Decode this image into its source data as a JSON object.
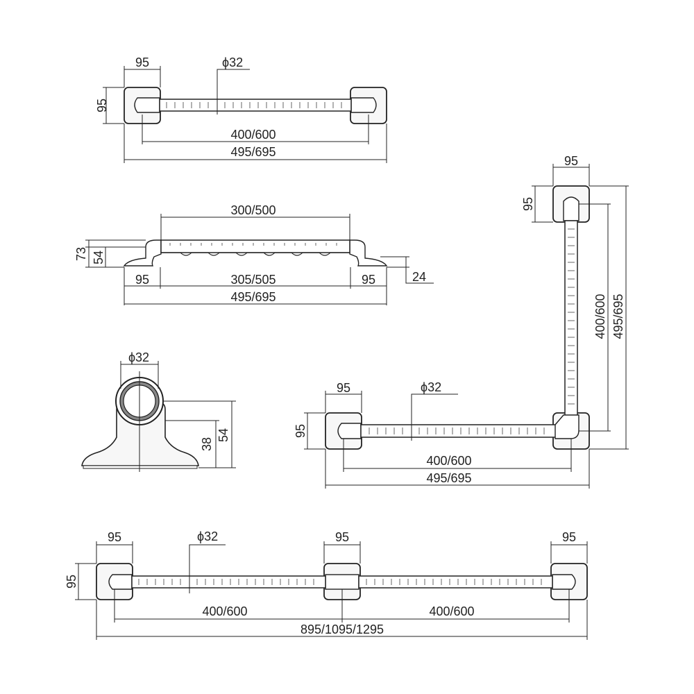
{
  "views": {
    "top_grab_bar": {
      "plate_width": "95",
      "plate_height": "95",
      "diameter": "ϕ32",
      "center_length": "400/600",
      "overall_length": "495/695"
    },
    "side_elevation": {
      "bar_length": "300/500",
      "height_total": "73",
      "height_center": "54",
      "base_height": "24",
      "left_base": "95",
      "right_base": "95",
      "between_bases": "305/505",
      "overall_length": "495/695"
    },
    "section_detail": {
      "diameter": "ϕ32",
      "height_low": "38",
      "height_high": "54"
    },
    "l_shaped_bar": {
      "vertical_plate_width": "95",
      "vertical_plate_height": "95",
      "vertical_center_length": "400/600",
      "vertical_overall_length": "495/695",
      "horizontal_plate_width": "95",
      "horizontal_plate_height": "95",
      "diameter": "ϕ32",
      "horizontal_center_length": "400/600",
      "horizontal_overall_length": "495/695"
    },
    "long_bar": {
      "left_plate_width": "95",
      "plate_height": "95",
      "diameter": "ϕ32",
      "middle_plate_width": "95",
      "right_plate_width": "95",
      "left_center_length": "400/600",
      "right_center_length": "400/600",
      "overall_length": "895/1095/1295"
    }
  }
}
